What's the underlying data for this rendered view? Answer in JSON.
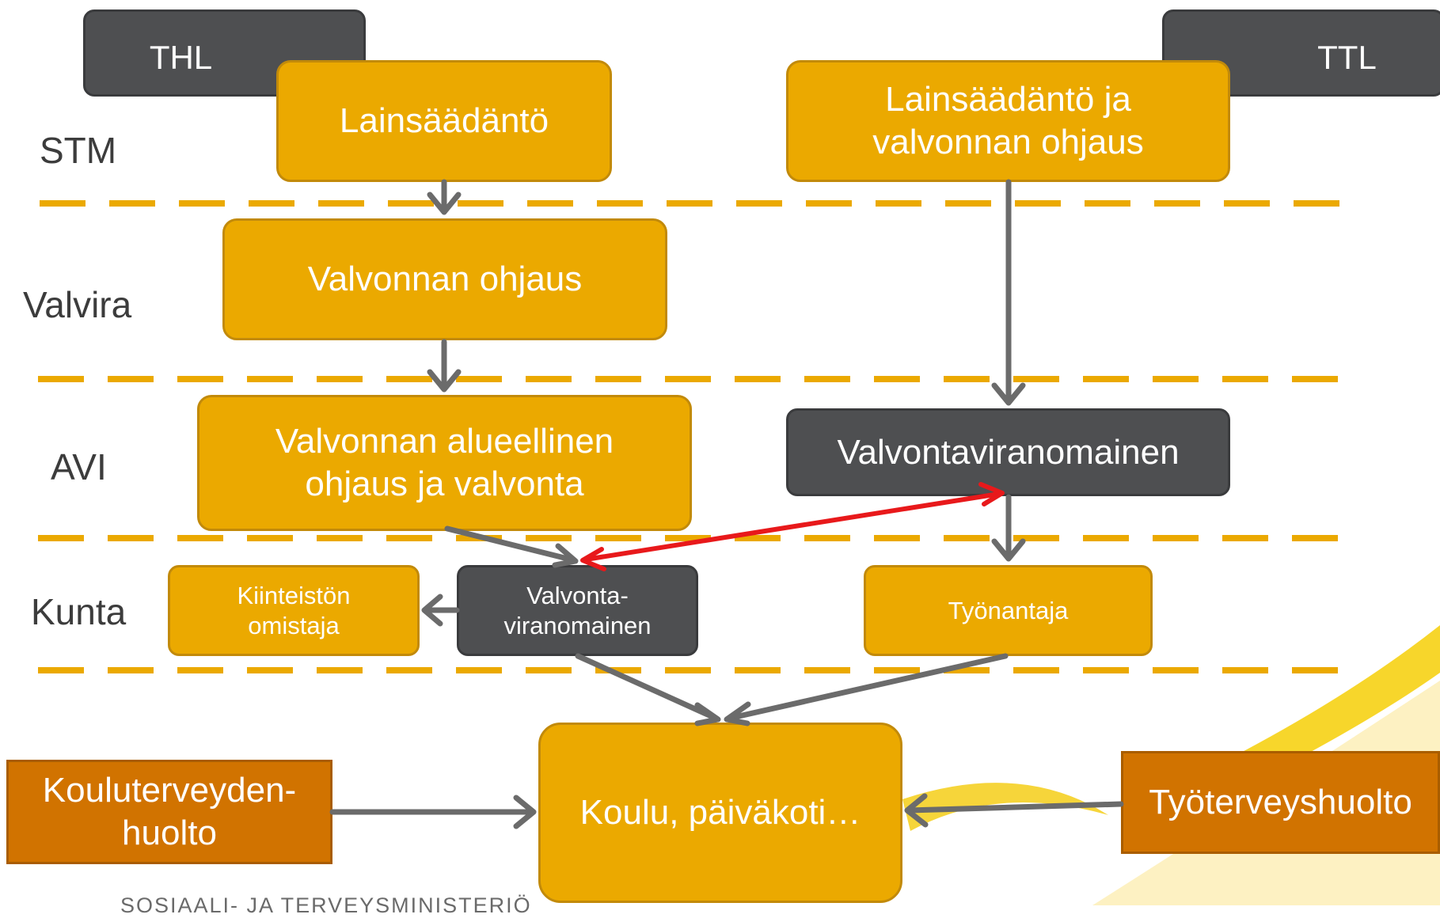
{
  "levels": {
    "stm": "STM",
    "valvira": "Valvira",
    "avi": "AVI",
    "kunta": "Kunta"
  },
  "nodes": {
    "thl": "THL",
    "ttl": "TTL",
    "lainsaadanto": "Lainsäädäntö",
    "lainsaadanto_ja_ohjaus": "Lainsäädäntö ja\nvalvonnan ohjaus",
    "valvonnan_ohjaus": "Valvonnan ohjaus",
    "alueellinen": "Valvonnan alueellinen\nohjaus ja valvonta",
    "valvontaviranomainen_avi": "Valvontaviranomainen",
    "kiinteiston_omistaja": "Kiinteistön\nomistaja",
    "valvontaviranomainen_kunta": "Valvonta-\nviranomainen",
    "tyonantaja": "Työnantaja",
    "koulu": "Koulu, päiväkoti…",
    "kouluterveydenhuolto": "Kouluterveyden-\nhuolto",
    "tyoterveyshuolto": "Työterveyshuolto"
  },
  "footer": "SOSIAALI- JA TERVEYSMINISTERIÖ",
  "colors": {
    "gold": "#eba900",
    "dark": "#4e4f51",
    "orange": "#d17300",
    "arrow": "#6b6b6b",
    "highlight_arrow": "#e8191b",
    "dash": "#eba900"
  }
}
